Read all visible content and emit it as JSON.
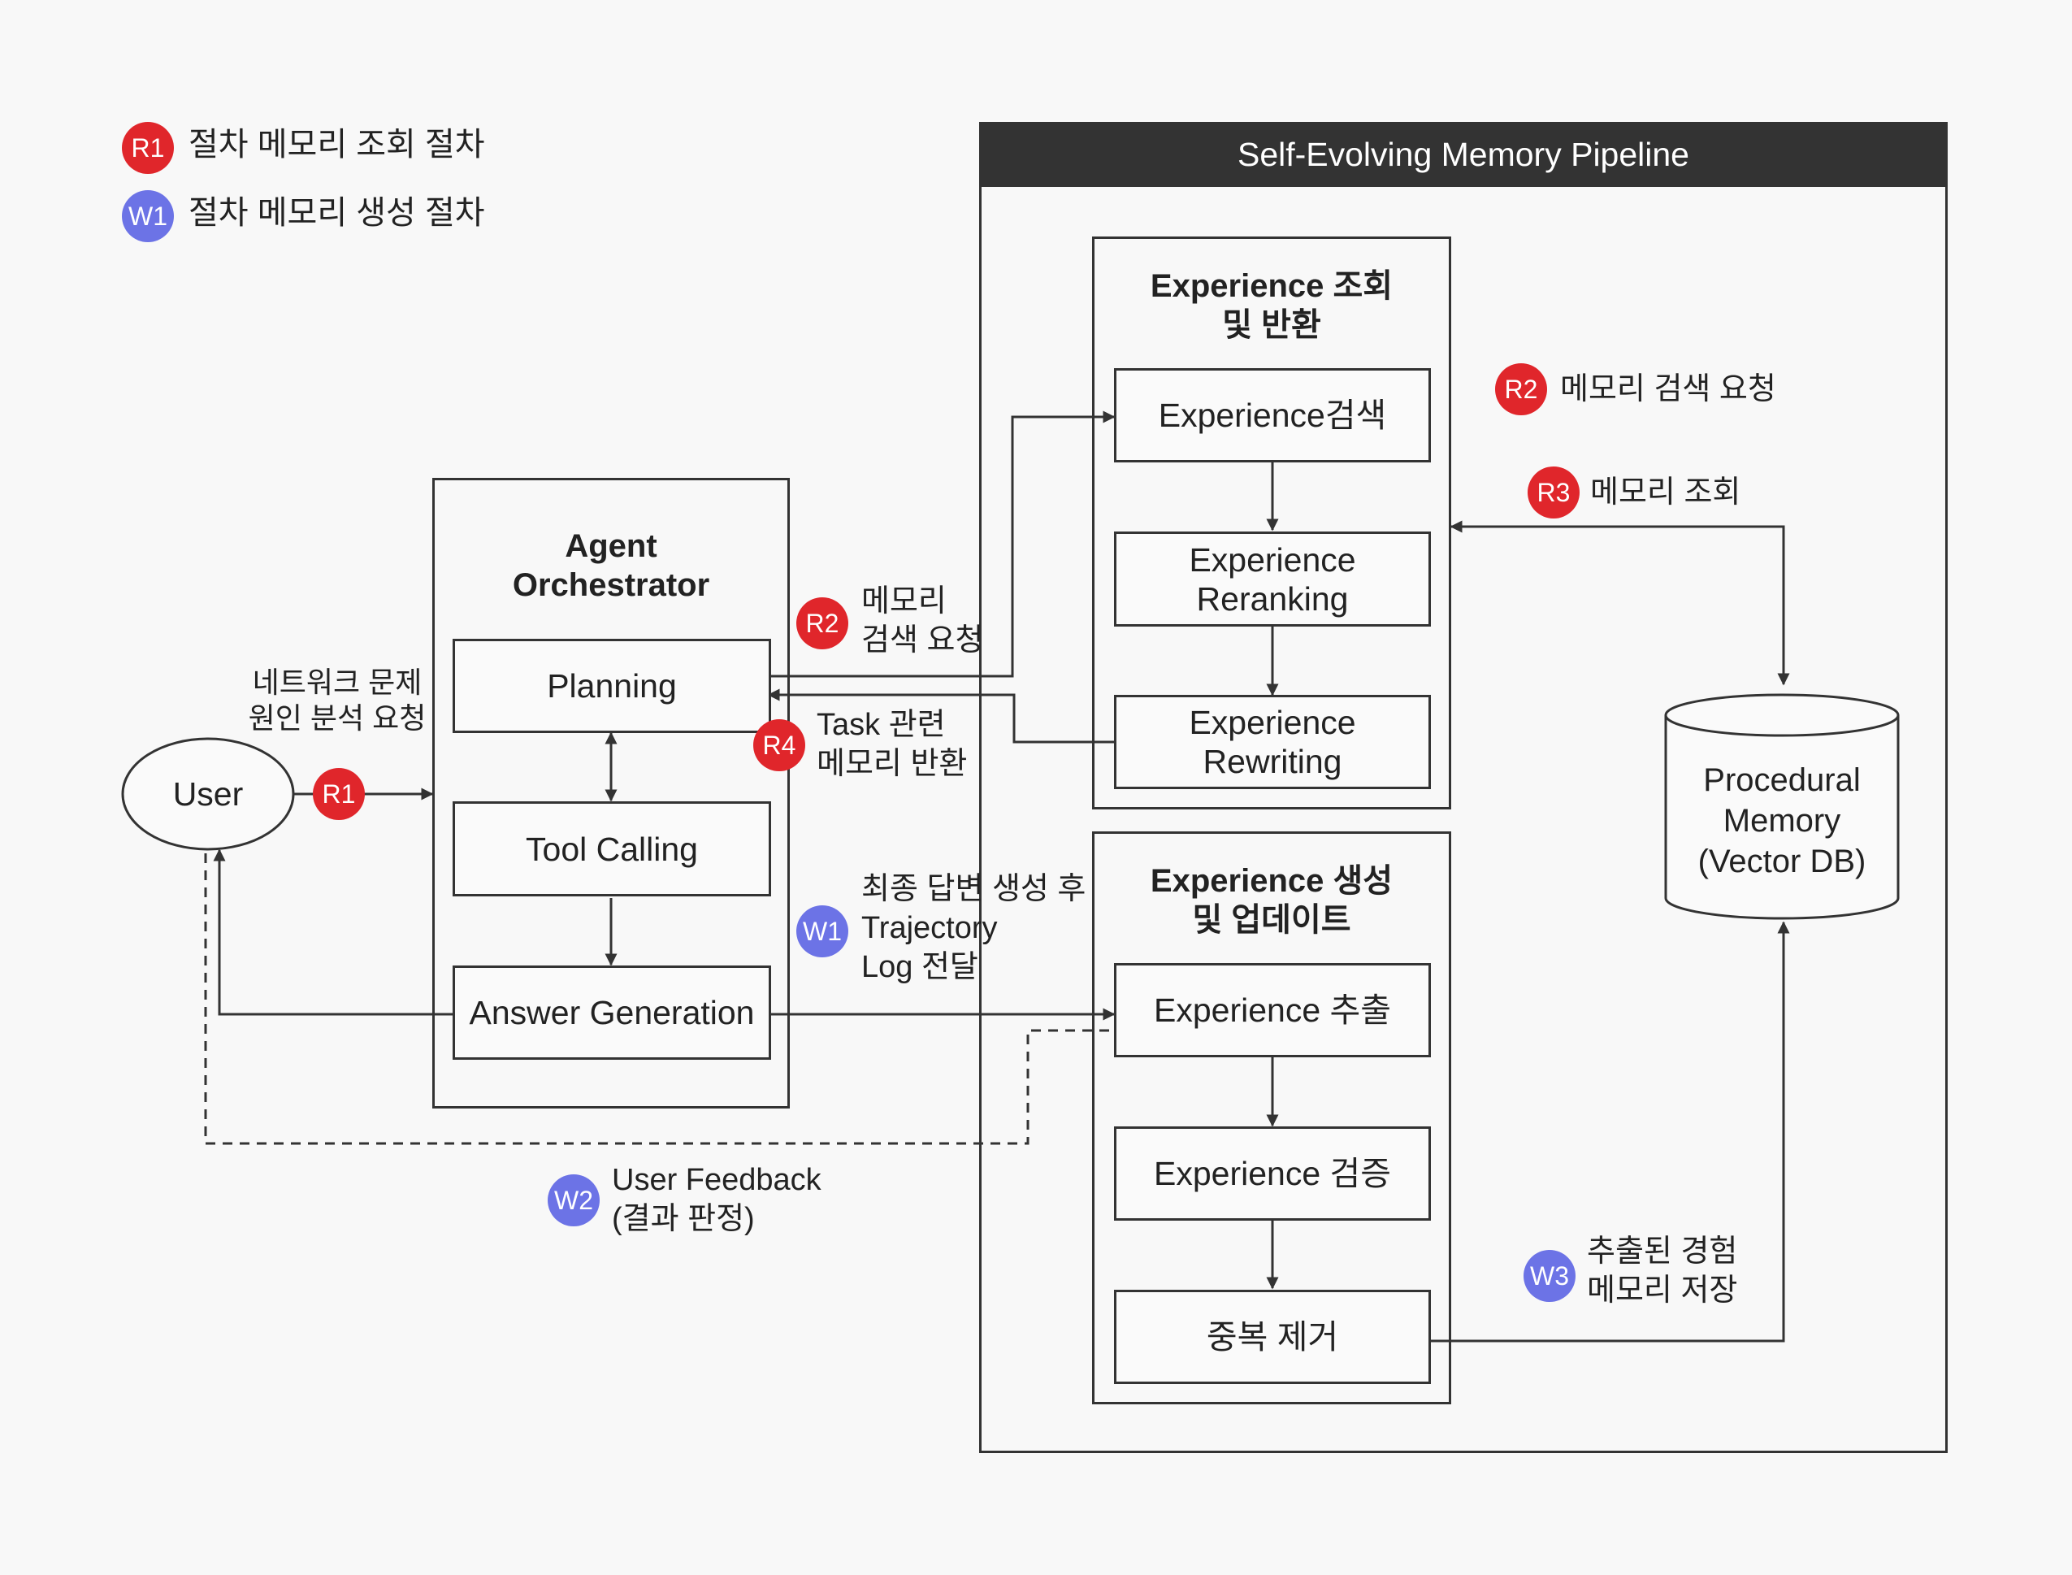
{
  "legend": {
    "r1": {
      "badge": "R1",
      "text": "절차 메모리 조회 절차"
    },
    "w1": {
      "badge": "W1",
      "text": "절차 메모리 생성 절차"
    }
  },
  "pipeline_title": "Self-Evolving Memory Pipeline",
  "agent": {
    "title": "Agent\nOrchestrator",
    "planning": "Planning",
    "tool_calling": "Tool Calling",
    "answer_generation": "Answer Generation"
  },
  "retrieval": {
    "title": "Experience 조회\n및 반환",
    "search": "Experience검색",
    "reranking": "Experience\nReranking",
    "rewriting": "Experience\nRewriting"
  },
  "generation": {
    "title": "Experience 생성\n및 업데이트",
    "extract": "Experience 추출",
    "verify": "Experience 검증",
    "dedup": "중복 제거"
  },
  "user": "User",
  "memory": "Procedural\nMemory\n(Vector DB)",
  "labels": {
    "user_request": "네트워크 문제\n원인 분석 요청",
    "r1": "R1",
    "r2_left_badge": "R2",
    "r2_left": "메모리\n검색 요청",
    "r4_badge": "R4",
    "r4": "Task 관련\n메모리 반환",
    "w1_badge": "W1",
    "w1": "최종 답변 생성 후\nTrajectory\nLog 전달",
    "w2_badge": "W2",
    "w2": "User Feedback\n(결과 판정)",
    "r2_right_badge": "R2",
    "r2_right": "메모리 검색 요청",
    "r3_badge": "R3",
    "r3": "메모리 조회",
    "w3_badge": "W3",
    "w3": "추출된 경험\n메모리 저장"
  },
  "colors": {
    "read": "#e0262b",
    "write": "#6c73e6",
    "line": "#333333",
    "header": "#333333"
  }
}
